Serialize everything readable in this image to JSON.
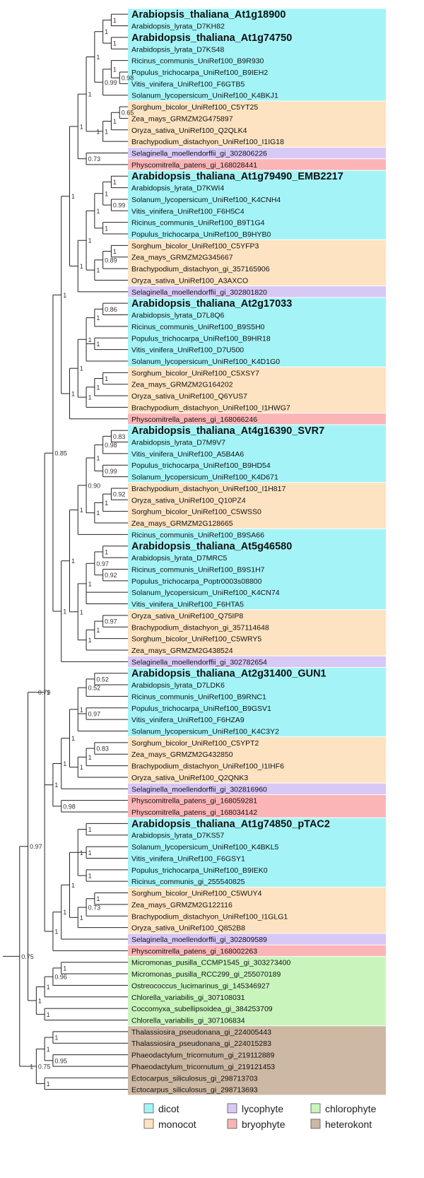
{
  "colors": {
    "dicot": "#a4f4f7",
    "monocot": "#fde3c1",
    "lycophyte": "#d8c8f6",
    "bryophyte": "#fbb5b7",
    "chlorophyte": "#c9f5bd",
    "heterokont": "#cdb8a3"
  },
  "leaves": [
    {
      "name": "Arabiopsis_thaliana_At1g18900",
      "group": "dicot",
      "bold": true
    },
    {
      "name": "Arabidopsis_lyrata_D7KH82",
      "group": "dicot"
    },
    {
      "name": "Arabidopsis_thaliana_At1g74750",
      "group": "dicot",
      "bold": true
    },
    {
      "name": "Arabidopsis_lyrata_D7KS48",
      "group": "dicot"
    },
    {
      "name": "Ricinus_communis_UniRef100_B9R930",
      "group": "dicot"
    },
    {
      "name": "Populus_trichocarpa_UniRef100_B9IEH2",
      "group": "dicot"
    },
    {
      "name": "Vitis_vinifera_UniRef100_F6GTB5",
      "group": "dicot"
    },
    {
      "name": "Solanum_lycopersicum_UniRef100_K4BKJ1",
      "group": "dicot"
    },
    {
      "name": "Sorghum_bicolor_UniRef100_C5YT25",
      "group": "monocot"
    },
    {
      "name": "Zea_mays_GRMZM2G475897",
      "group": "monocot"
    },
    {
      "name": "Oryza_sativa_UniRef100_Q2QLK4",
      "group": "monocot"
    },
    {
      "name": "Brachypodium_distachyon_UniRef100_I1IG18",
      "group": "monocot"
    },
    {
      "name": "Selaginella_moellendorffii_gi_302806226",
      "group": "lycophyte"
    },
    {
      "name": "Physcomitrella_patens_gi_168028441",
      "group": "bryophyte"
    },
    {
      "name": "Arabidopsis_thaliana_At1g79490_EMB2217",
      "group": "dicot",
      "bold": true
    },
    {
      "name": "Arabidopsis_lyrata_D7KWI4",
      "group": "dicot"
    },
    {
      "name": "Solanum_lycopersicum_UniRef100_K4CNH4",
      "group": "dicot"
    },
    {
      "name": "Vitis_vinifera_UniRef100_F6H5C4",
      "group": "dicot"
    },
    {
      "name": "Ricinus_communis_UniRef100_B9T1G4",
      "group": "dicot"
    },
    {
      "name": "Populus_trichocarpa_UniRef100_B9HYB0",
      "group": "dicot"
    },
    {
      "name": "Sorghum_bicolor_UniRef100_C5YFP3",
      "group": "monocot"
    },
    {
      "name": "Zea_mays_GRMZM2G345667",
      "group": "monocot"
    },
    {
      "name": "Brachypodium_distachyon_gi_357165906",
      "group": "monocot"
    },
    {
      "name": "Oryza_sativa_UniRef100_A3AXCO",
      "group": "monocot"
    },
    {
      "name": "Selaginella_moellendorffii_gi_302801820",
      "group": "lycophyte"
    },
    {
      "name": "Arabidopsis_thaliana_At2g17033",
      "group": "dicot",
      "bold": true
    },
    {
      "name": "Arabidopsis_lyrata_D7L8Q6",
      "group": "dicot"
    },
    {
      "name": "Ricinus_communis_UniRef100_B9S5H0",
      "group": "dicot"
    },
    {
      "name": "Populus_trichocarpa_UniRef100_B9HR18",
      "group": "dicot"
    },
    {
      "name": "Vitis_vinifera_UniRef100_D7U500",
      "group": "dicot"
    },
    {
      "name": "Solanum_lycopersicum_UniRef100_K4D1G0",
      "group": "dicot"
    },
    {
      "name": "Sorghum_bicolor_UniRef100_C5XSY7",
      "group": "monocot"
    },
    {
      "name": "Zea_mays_GRMZM2G164202",
      "group": "monocot"
    },
    {
      "name": "Oryza_sativa_UniRef100_Q6YUS7",
      "group": "monocot"
    },
    {
      "name": "Brachypodium_distachyon_UniRef100_I1HWG7",
      "group": "monocot"
    },
    {
      "name": "Physcomitrella_patens_gi_168066246",
      "group": "bryophyte"
    },
    {
      "name": "Arabidopsis_thaliana_At4g16390_SVR7",
      "group": "dicot",
      "bold": true
    },
    {
      "name": "Arabidopsis_lyrata_D7M9V7",
      "group": "dicot"
    },
    {
      "name": "Vitis_vinifera_UniRef100_A5B4A6",
      "group": "dicot"
    },
    {
      "name": "Populus_trichocarpa_UniRef100_B9HD54",
      "group": "dicot"
    },
    {
      "name": "Solanum_lycopersicum_UniRef100_K4D671",
      "group": "dicot"
    },
    {
      "name": "Brachypodium_distachyon_UniRef100_I1H817",
      "group": "monocot"
    },
    {
      "name": "Oryza_sativa_UniRef100_Q10PZ4",
      "group": "monocot"
    },
    {
      "name": "Sorghum_bicolor_UniRef100_C5WSS0",
      "group": "monocot"
    },
    {
      "name": "Zea_mays_GRMZM2G128665",
      "group": "monocot"
    },
    {
      "name": "Ricinus_communis_UniRef100_B9SA66",
      "group": "dicot"
    },
    {
      "name": "Arabidopsis_thaliana_At5g46580",
      "group": "dicot",
      "bold": true
    },
    {
      "name": "Arabidopsis_lyrata_D7MRC5",
      "group": "dicot"
    },
    {
      "name": "Ricinus_communis_UniRef100_B9S1H7",
      "group": "dicot"
    },
    {
      "name": "Populus_trichocarpa_Poptr0003s08800",
      "group": "dicot"
    },
    {
      "name": "Solanum_lycopersicum_UniRef100_K4CN74",
      "group": "dicot"
    },
    {
      "name": "Vitis_vinifera_UniRef100_F6HTA5",
      "group": "dicot"
    },
    {
      "name": "Oryza_sativa_UniRef100_Q75IP8",
      "group": "monocot"
    },
    {
      "name": "Brachypodium_distachyon_gi_357114648",
      "group": "monocot"
    },
    {
      "name": "Sorghum_bicolor_UniRef100_C5WRY5",
      "group": "monocot"
    },
    {
      "name": "Zea_mays_GRMZM2G438524",
      "group": "monocot"
    },
    {
      "name": "Selaginella_moellendorffii_gi_302782654",
      "group": "lycophyte"
    },
    {
      "name": "Arabidopsis_thaliana_At2g31400_GUN1",
      "group": "dicot",
      "bold": true
    },
    {
      "name": "Arabidopsis_lyrata_D7LDK6",
      "group": "dicot"
    },
    {
      "name": "Ricinus_communis_UniRef100_B9RNC1",
      "group": "dicot"
    },
    {
      "name": "Populus_trichocarpa_UniRef100_B9GSV1",
      "group": "dicot"
    },
    {
      "name": "Vitis_vinifera_UniRef100_F6HZA9",
      "group": "dicot"
    },
    {
      "name": "Solanum_lycopersicum_UniRef100_K4C3Y2",
      "group": "dicot"
    },
    {
      "name": "Sorghum_bicolor_UniRef100_C5YPT2",
      "group": "monocot"
    },
    {
      "name": "Zea_mays_GRMZM2G432850",
      "group": "monocot"
    },
    {
      "name": "Brachypodium_distachyon_UniRef100_I1IHF6",
      "group": "monocot"
    },
    {
      "name": "Oryza_sativa_UniRef100_Q2QNK3",
      "group": "monocot"
    },
    {
      "name": "Selaginella_moellendorffii_gi_302816960",
      "group": "lycophyte"
    },
    {
      "name": "Physcomitrella_patens_gi_168059281",
      "group": "bryophyte"
    },
    {
      "name": "Physcomitrella_patens_gi_168034142",
      "group": "bryophyte"
    },
    {
      "name": "Arabidopsis_thaliana_At1g74850_pTAC2",
      "group": "dicot",
      "bold": true
    },
    {
      "name": "Arabidopsis_lyrata_D7KS57",
      "group": "dicot"
    },
    {
      "name": "Solanum_lycopersicum_UniRef100_K4BKL5",
      "group": "dicot"
    },
    {
      "name": "Vitis_vinifera_UniRef100_F6GSY1",
      "group": "dicot"
    },
    {
      "name": "Populus_trichocarpa_UniRef100_B9IEK0",
      "group": "dicot"
    },
    {
      "name": "Ricinus_communis_gi_255540825",
      "group": "dicot"
    },
    {
      "name": "Sorghum_bicolor_UniRef100_C5WUY4",
      "group": "monocot"
    },
    {
      "name": "Zea_mays_GRMZM2G122116",
      "group": "monocot"
    },
    {
      "name": "Brachypodium_distachyon_UniRef100_I1GLG1",
      "group": "monocot"
    },
    {
      "name": "Oryza_sativa_UniRef100_Q852B8",
      "group": "monocot"
    },
    {
      "name": "Selaginella_moellendorffii_gi_302809589",
      "group": "lycophyte"
    },
    {
      "name": "Physcomitrella_patens_gi_168002263",
      "group": "bryophyte"
    },
    {
      "name": "Micromonas_pusilla_CCMP1545_gi_303273400",
      "group": "chlorophyte"
    },
    {
      "name": "Micromonas_pusilla_RCC299_gi_255070189",
      "group": "chlorophyte"
    },
    {
      "name": "Ostreococcus_lucimarinus_gi_145346927",
      "group": "chlorophyte"
    },
    {
      "name": "Chlorella_variabilis_gi_307108031",
      "group": "chlorophyte"
    },
    {
      "name": "Coccomyxa_subellipsoidea_gi_384253709",
      "group": "chlorophyte"
    },
    {
      "name": "Chlorella_variabilis_gi_307106834",
      "group": "chlorophyte"
    },
    {
      "name": "Thalassiosira_pseudonana_gi_224005443",
      "group": "heterokont"
    },
    {
      "name": "Thalassiosira_pseudonana_gi_224015283",
      "group": "heterokont"
    },
    {
      "name": "Phaeodactylum_tricornutum_gi_219112889",
      "group": "heterokont"
    },
    {
      "name": "Phaeodactylum_tricornutum_gi_219121453",
      "group": "heterokont"
    },
    {
      "name": "Ectocarpus_siliculosus_gi_298713703",
      "group": "heterokont"
    },
    {
      "name": "Ectocarpus_siliculosus_gi_298713693",
      "group": "heterokont"
    }
  ],
  "tree": "(((((((((((((0,1)1,(2,3)1)1,((4,(5,6)0.98)1,7)0.99)1,((((8,9)0.65,10)1,11)1)1)1,(12,13)0.73)1,(((((14,15)1,(16,17)0.99)1,(18,19)1)1,(((20,21)1,22)0.89,23)1)1,24)1)1,(((((25,26)0.86,27)1,(28,29)1,30)1,(((31,32)1,33)1,34)1)1,35)1)1,(((((((36,37)0.83,38)0.98,(39,40)0.99)1,(((41,42)0.92,43)1,44)1)0.90,45)1,((((46,47)1,(48,49)0.92)0.97,50,51)1,(((52,53)0.97,54)1,55)1)1)1,56)1)0.85,((((((57,58)0.52,59)0.52,(60,61)0.97,62)1,(((63,64)0.83,65)1,66)1)1,67)1,(68,69)0.98)1,(((((70,71)1,(72,73)1,(74,75)1)1,(((76,77)1,78)0.73,79)1)1,80)1,81)1)1)0.79,((((82,83)1,84)0.96,85)1,(86,87)1)1)0.97,((((88,89)1,(90,91)0.95)1,(92,93)1)0.75)1)0.75",
  "legend": [
    {
      "group": "dicot",
      "label": "dicot"
    },
    {
      "group": "lycophyte",
      "label": "lycophyte"
    },
    {
      "group": "chlorophyte",
      "label": "chlorophyte"
    },
    {
      "group": "monocot",
      "label": "monocot"
    },
    {
      "group": "bryophyte",
      "label": "bryophyte"
    },
    {
      "group": "heterokont",
      "label": "heterokont"
    }
  ]
}
